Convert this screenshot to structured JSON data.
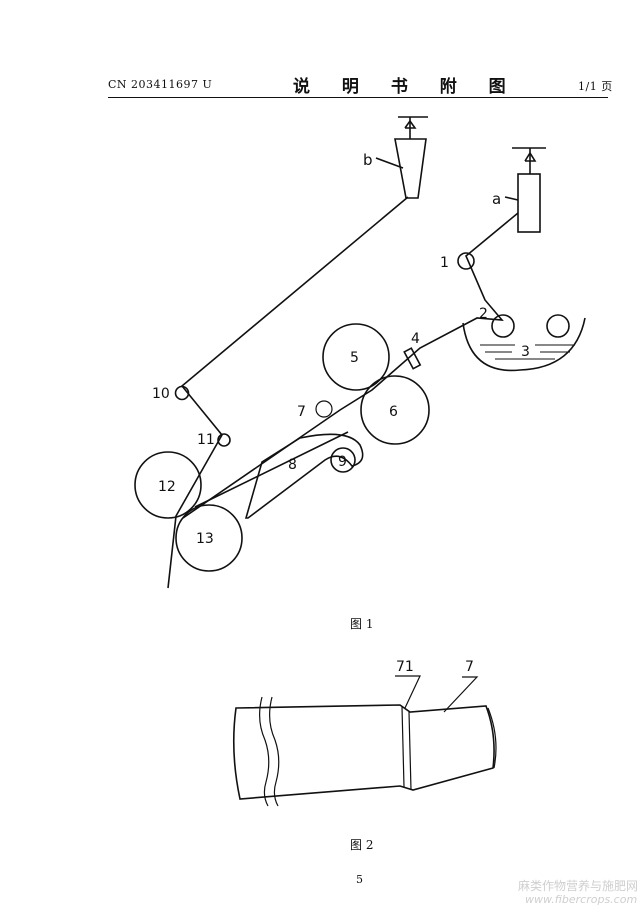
{
  "header": {
    "left": "CN 203411697 U",
    "title": "说 明 书 附 图",
    "right": "1/1 页"
  },
  "figure1": {
    "caption": "图 1",
    "labels": {
      "a": "a",
      "b": "b",
      "n1": "1",
      "n2": "2",
      "n3": "3",
      "n4": "4",
      "n5": "5",
      "n6": "6",
      "n7": "7",
      "n8": "8",
      "n9": "9",
      "n10": "10",
      "n11": "11",
      "n12": "12",
      "n13": "13"
    }
  },
  "figure2": {
    "caption": "图 2",
    "labels": {
      "n71": "71",
      "n7": "7"
    }
  },
  "page_number": "5",
  "watermark": {
    "text": "麻类作物营养与施肥网",
    "url": "www.fibercrops.com"
  }
}
